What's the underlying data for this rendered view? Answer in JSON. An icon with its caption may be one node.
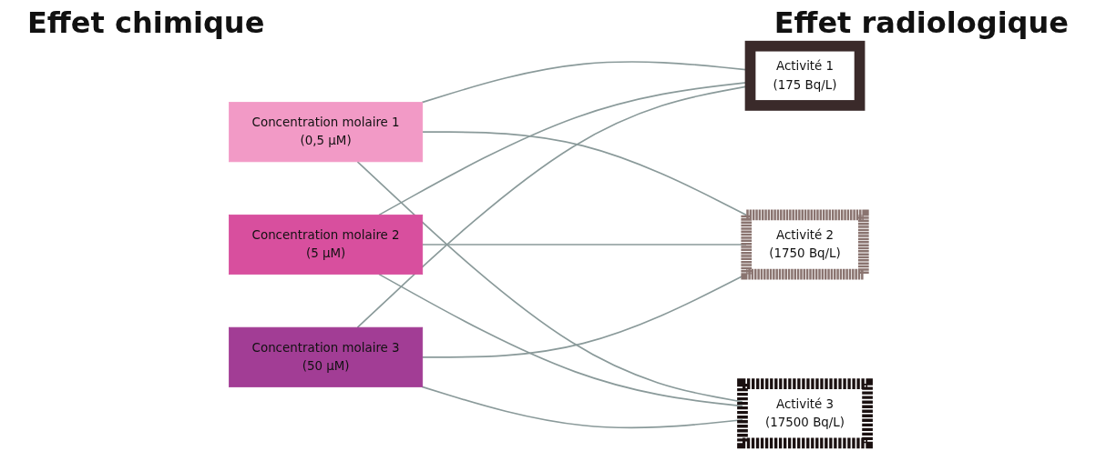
{
  "diagram": {
    "nodes": [
      {
        "text": [
          "Concentration molaire 1",
          "(0,5 µM)"
        ]
      },
      {
        "text": [
          "Concentration molaire 2",
          "(5 µM)"
        ]
      },
      {
        "text": [
          "Concentration molaire 3",
          "(50 µM)"
        ]
      },
      {
        "text": [
          "Activité 1",
          "(175 Bq/L)"
        ]
      },
      {
        "text": [
          "Activité 2",
          "(1750 Bq/L)"
        ]
      },
      {
        "text": [
          "Activité 3",
          "(17500 Bq/L)"
        ]
      }
    ],
    "edges": [
      {
        "from": 0,
        "to": 3,
        "arrow": "none"
      },
      {
        "from": 0,
        "to": 4,
        "arrow": "none"
      },
      {
        "from": 0,
        "to": 5,
        "arrow": "none"
      },
      {
        "from": 1,
        "to": 3,
        "arrow": "none"
      },
      {
        "from": 1,
        "to": 4,
        "arrow": "none"
      },
      {
        "from": 1,
        "to": 5,
        "arrow": "none"
      },
      {
        "from": 2,
        "to": 3,
        "arrow": "none"
      },
      {
        "from": 2,
        "to": 4,
        "arrow": "none"
      },
      {
        "from": 2,
        "to": 5,
        "arrow": "none"
      }
    ],
    "labels": [
      "Effet chimique",
      "Effet radiologique"
    ]
  }
}
